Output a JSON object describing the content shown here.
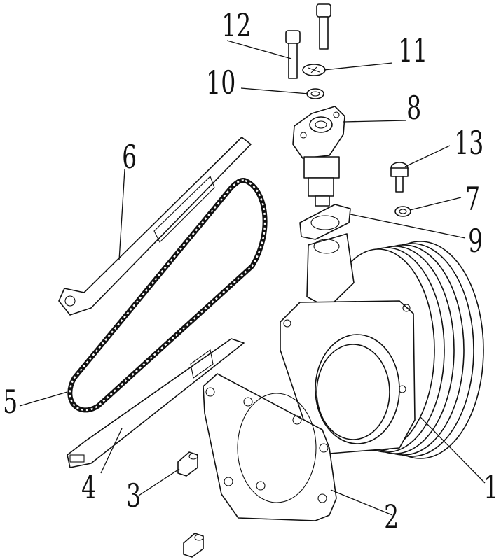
{
  "colors": {
    "ink": "#111111",
    "paper": "#ffffff"
  },
  "callouts": [
    {
      "id": "1",
      "label": "1"
    },
    {
      "id": "2",
      "label": "2"
    },
    {
      "id": "3",
      "label": "3"
    },
    {
      "id": "4",
      "label": "4"
    },
    {
      "id": "5",
      "label": "5"
    },
    {
      "id": "6",
      "label": "6"
    },
    {
      "id": "7",
      "label": "7"
    },
    {
      "id": "8",
      "label": "8"
    },
    {
      "id": "9",
      "label": "9"
    },
    {
      "id": "10",
      "label": "10"
    },
    {
      "id": "11",
      "label": "11"
    },
    {
      "id": "12",
      "label": "12"
    },
    {
      "id": "13",
      "label": "13"
    }
  ]
}
